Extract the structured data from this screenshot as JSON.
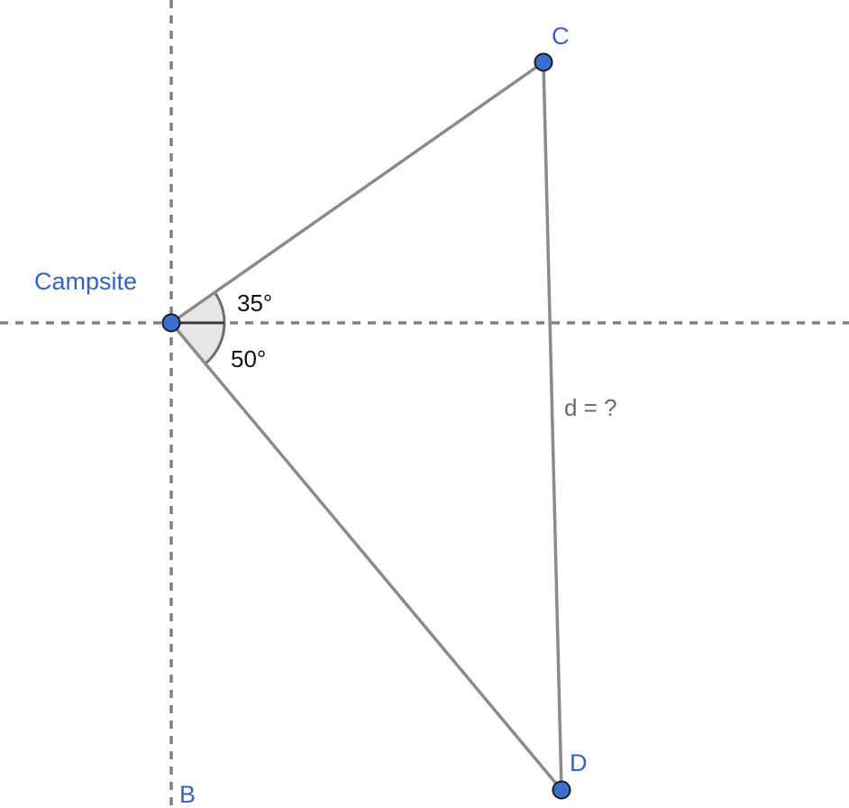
{
  "points": {
    "campsite": {
      "label": "Campsite",
      "color": "#3a6fd0"
    },
    "c": {
      "label": "C",
      "color": "#3a6fd0"
    },
    "d": {
      "label": "D",
      "color": "#3a6fd0"
    },
    "b": {
      "label": "B"
    }
  },
  "angles": {
    "upper": {
      "label": "35°",
      "degrees": 35
    },
    "lower": {
      "label": "50°",
      "degrees": 50
    }
  },
  "segments": {
    "cd": {
      "label": "d = ?"
    }
  },
  "colors": {
    "label_blue": "#3563c0",
    "segment_gray": "#8a8a8f",
    "axis_gray": "#808080",
    "angle_shade": "#e6e6e6"
  }
}
